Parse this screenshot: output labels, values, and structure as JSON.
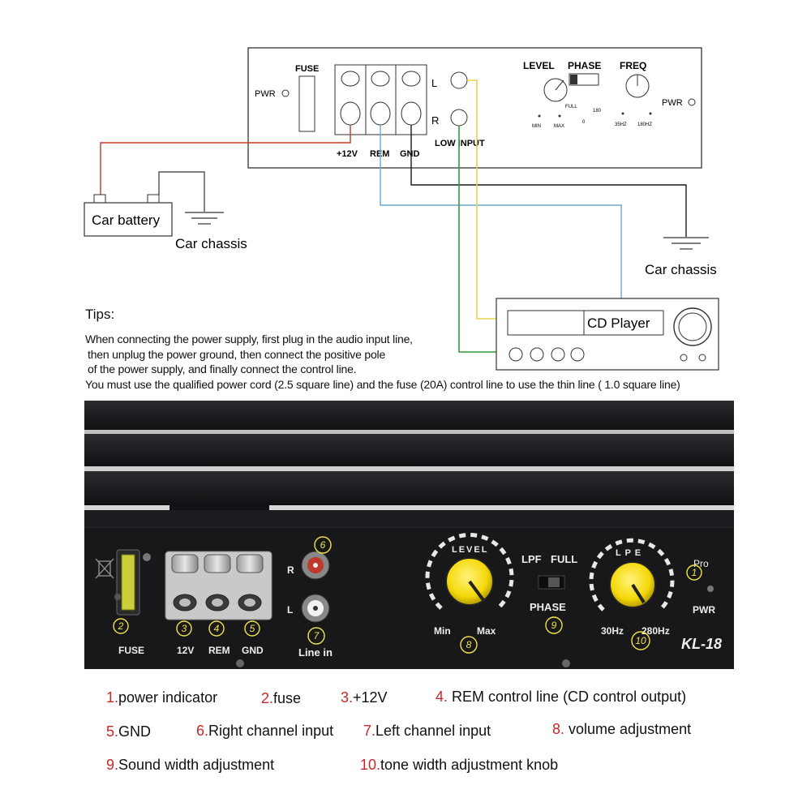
{
  "diagram": {
    "amp_panel": {
      "fuse_label": "FUSE",
      "pwr_left": "PWR",
      "pwr_right": "PWR",
      "channel_l": "L",
      "channel_r": "R",
      "terminal_12v": "+12V",
      "terminal_rem": "REM",
      "terminal_gnd": "GND",
      "low_input": "LOW INPUT",
      "level": "LEVEL",
      "phase": "PHASE",
      "freq": "FREQ",
      "min": "MIN",
      "max": "MAX",
      "full": "FULL",
      "phase_0": "0",
      "phase_180": "180",
      "freq_low": "35HZ",
      "freq_high": "180HZ"
    },
    "battery": "Car battery",
    "chassis_left": "Car chassis",
    "chassis_right": "Car chassis",
    "cd_player": "CD Player",
    "wire_colors": {
      "power": "#c0392b",
      "rem": "#6fa8c8",
      "gnd": "#1a1a1a",
      "left_signal": "#e8d44a",
      "right_signal": "#2e9e3a"
    }
  },
  "tips": {
    "title": "Tips:",
    "lines": [
      "When connecting the power supply, first plug in the audio input line,",
      " then unplug the power ground, then connect the positive pole",
      " of the power supply, and finally connect the control line.",
      "You must use the qualified power cord (2.5 square line) and the fuse (20A) control line to use the thin line ( 1.0 square line)"
    ]
  },
  "photo": {
    "fuse": "FUSE",
    "t12v": "12V",
    "rem": "REM",
    "gnd": "GND",
    "r": "R",
    "l": "L",
    "line_in": "Line in",
    "level": "LEVEL",
    "min": "Min",
    "max": "Max",
    "lpf": "LPF",
    "full": "FULL",
    "phase": "PHASE",
    "lpe": "L P E",
    "hz30": "30Hz",
    "hz280": "280Hz",
    "pro": "Pro",
    "pwr": "PWR",
    "model": "KL-18",
    "badges": [
      "1",
      "2",
      "3",
      "4",
      "5",
      "6",
      "7",
      "8",
      "9",
      "10"
    ],
    "colors": {
      "panel": "#1b1b1e",
      "knob": "#f5d90a",
      "badge": "#f0e44a"
    }
  },
  "legend": [
    {
      "num": "1.",
      "text": "power indicator"
    },
    {
      "num": "2.",
      "text": "fuse"
    },
    {
      "num": "3.",
      "text": "+12V"
    },
    {
      "num": "4.",
      "text": " REM control line (CD control output)"
    },
    {
      "num": "5.",
      "text": "GND"
    },
    {
      "num": "6.",
      "text": "Right channel input"
    },
    {
      "num": "7.",
      "text": "Left channel input"
    },
    {
      "num": "8.",
      "text": " volume adjustment"
    },
    {
      "num": "9.",
      "text": "Sound width adjustment"
    },
    {
      "num": "10.",
      "text": "tone width adjustment knob"
    }
  ]
}
